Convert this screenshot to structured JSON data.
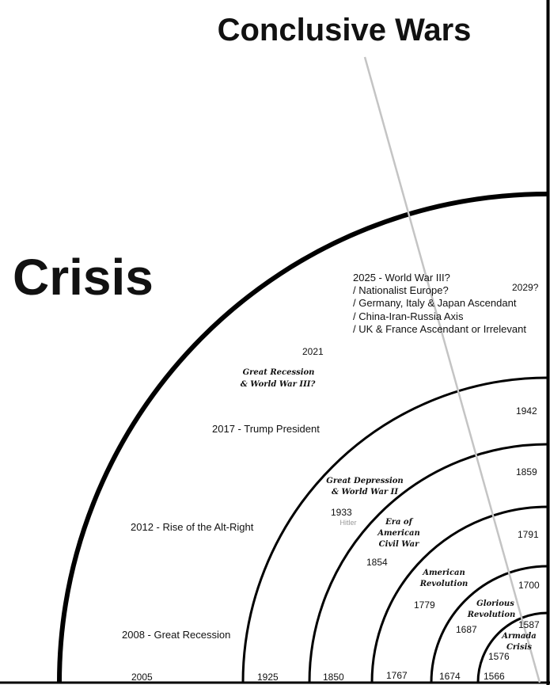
{
  "titles": {
    "top": "Conclusive Wars",
    "left": "Crisis"
  },
  "current_cycle": {
    "prediction_lines": [
      "2025 - World War III?",
      "/ Nationalist Europe?",
      "/ Germany, Italy & Japan Ascendant",
      "/ China-Iran-Russia Axis",
      "/ UK & France Ascendant or Irrelevant"
    ],
    "end_year": "2029?",
    "year_2021": "2021",
    "name_lines": [
      "Great Recession",
      "& World War III?"
    ],
    "event_2017": "2017 - Trump President",
    "event_2012": "2012 - Rise of the Alt-Right",
    "event_2008": "2008 - Great Recession",
    "start_year": "2005"
  },
  "cycles": [
    {
      "name_lines": [
        "Great Depression",
        "& World War II"
      ],
      "start_year": "1925",
      "end_year": "1942",
      "marker_year": "1933",
      "marker_note": "Hitler"
    },
    {
      "name_lines": [
        "Era of",
        "American",
        "Civil War"
      ],
      "start_year": "1850",
      "end_year": "1859",
      "marker_year": "1854"
    },
    {
      "name_lines": [
        "American",
        "Revolution"
      ],
      "start_year": "1767",
      "end_year": "1791",
      "marker_year": "1779"
    },
    {
      "name_lines": [
        "Glorious",
        "Revolution"
      ],
      "start_year": "1674",
      "end_year": "1700",
      "marker_year": "1687"
    },
    {
      "name_lines": [
        "Armada",
        "Crisis"
      ],
      "start_year": "1566",
      "end_year": "1587",
      "marker_year": "1576"
    }
  ]
}
